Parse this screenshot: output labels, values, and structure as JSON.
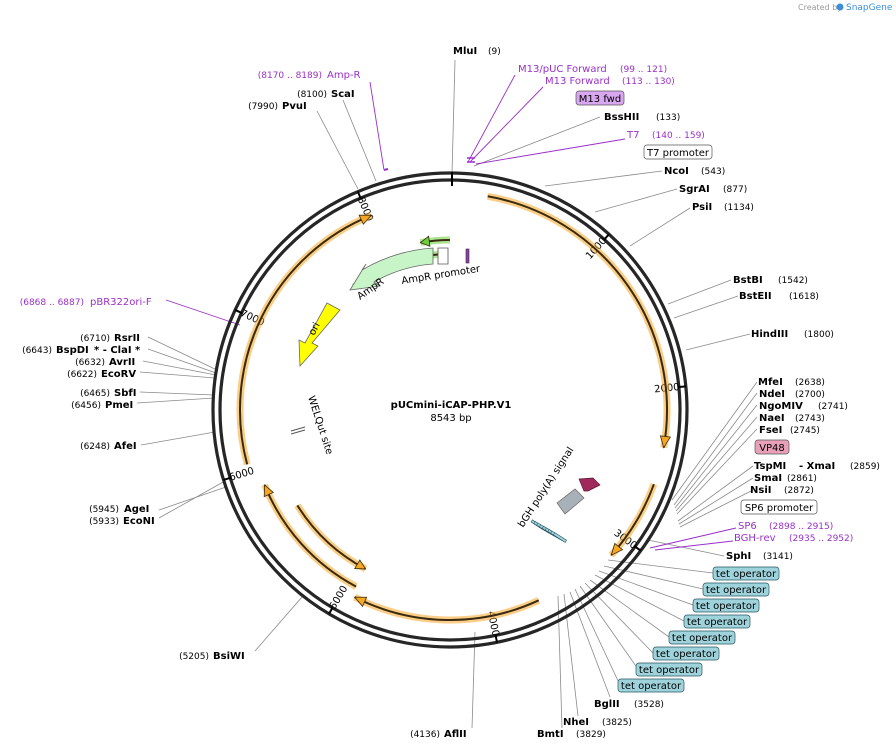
{
  "watermark": {
    "created_by": "Created by",
    "brand": "SnapGene"
  },
  "plasmid": {
    "name": "pUCmini-iCAP-PHP.V1",
    "size": "8543 bp"
  },
  "ticks": [
    "1000",
    "2000",
    "3000",
    "4000",
    "5000",
    "6000",
    "7000",
    "8000"
  ],
  "sites": [
    {
      "name": "MluI",
      "pos": "(9)"
    },
    {
      "name": "ScaI",
      "pos": "(8100)"
    },
    {
      "name": "PvuI",
      "pos": "(7990)"
    },
    {
      "name": "BssHII",
      "pos": "(133)"
    },
    {
      "name": "NcoI",
      "pos": "(543)"
    },
    {
      "name": "SgrAI",
      "pos": "(877)"
    },
    {
      "name": "PsiI",
      "pos": "(1134)"
    },
    {
      "name": "BstBI",
      "pos": "(1542)"
    },
    {
      "name": "BstEII",
      "pos": "(1618)"
    },
    {
      "name": "HindIII",
      "pos": "(1800)"
    },
    {
      "name": "MfeI",
      "pos": "(2638)"
    },
    {
      "name": "NdeI",
      "pos": "(2700)"
    },
    {
      "name": "NgoMIV",
      "pos": "(2741)"
    },
    {
      "name": "NaeI",
      "pos": "(2743)"
    },
    {
      "name": "FseI",
      "pos": "(2745)"
    },
    {
      "name": "TspMI",
      "extra": "- XmaI",
      "pos": "(2859)"
    },
    {
      "name": "SmaI",
      "pos": "(2861)"
    },
    {
      "name": "NsiI",
      "pos": "(2872)"
    },
    {
      "name": "SphI",
      "pos": "(3141)"
    },
    {
      "name": "BglII",
      "pos": "(3528)"
    },
    {
      "name": "NheI",
      "pos": "(3825)"
    },
    {
      "name": "BmtI",
      "pos": "(3829)"
    },
    {
      "name": "AflII",
      "pos": "(4136)"
    },
    {
      "name": "BsiWI",
      "pos": "(5205)"
    },
    {
      "name": "AgeI",
      "pos": "(5945)"
    },
    {
      "name": "EcoNI",
      "pos": "(5933)"
    },
    {
      "name": "AfeI",
      "pos": "(6248)"
    },
    {
      "name": "SbfI",
      "pos": "(6465)"
    },
    {
      "name": "PmeI",
      "pos": "(6456)"
    },
    {
      "name": "RsrII",
      "pos": "(6710)"
    },
    {
      "name": "BspDI",
      "extra": "* - ClaI *",
      "pos": "(6643)"
    },
    {
      "name": "AvrII",
      "pos": "(6632)"
    },
    {
      "name": "EcoRV",
      "pos": "(6622)"
    }
  ],
  "primers": [
    {
      "name": "Amp-R",
      "range": "(8170 .. 8189)"
    },
    {
      "name": "M13/pUC Forward",
      "range": "(99 .. 121)"
    },
    {
      "name": "M13 Forward",
      "range": "(113 .. 130)"
    },
    {
      "name": "T7",
      "range": "(140 .. 159)"
    },
    {
      "name": "pBR322ori-F",
      "range": "(6868 .. 6887)"
    },
    {
      "name": "SP6",
      "range": "(2898 .. 2915)"
    },
    {
      "name": "BGH-rev",
      "range": "(2935 .. 2952)"
    }
  ],
  "boxed": {
    "m13fwd": "M13 fwd",
    "t7promoter": "T7 promoter",
    "vp48": "VP48",
    "sp6promoter": "SP6 promoter",
    "tetop": "tet operator"
  },
  "features": {
    "ampr": "AmpR",
    "ampr_promoter": "AmpR promoter",
    "ori": "ori",
    "welqut": "WELQut site",
    "bgh": "bGH poly(A) signal"
  },
  "colors": {
    "purple": "#9a2fc8",
    "orf_orange": "#f5a623",
    "ampr_green": "#c8f5c8",
    "ori_yellow": "#ffff00",
    "tet_blue": "#9fd3dc",
    "vp48_pink": "#e8a0b8",
    "m13_purple": "#d9a6f0"
  }
}
